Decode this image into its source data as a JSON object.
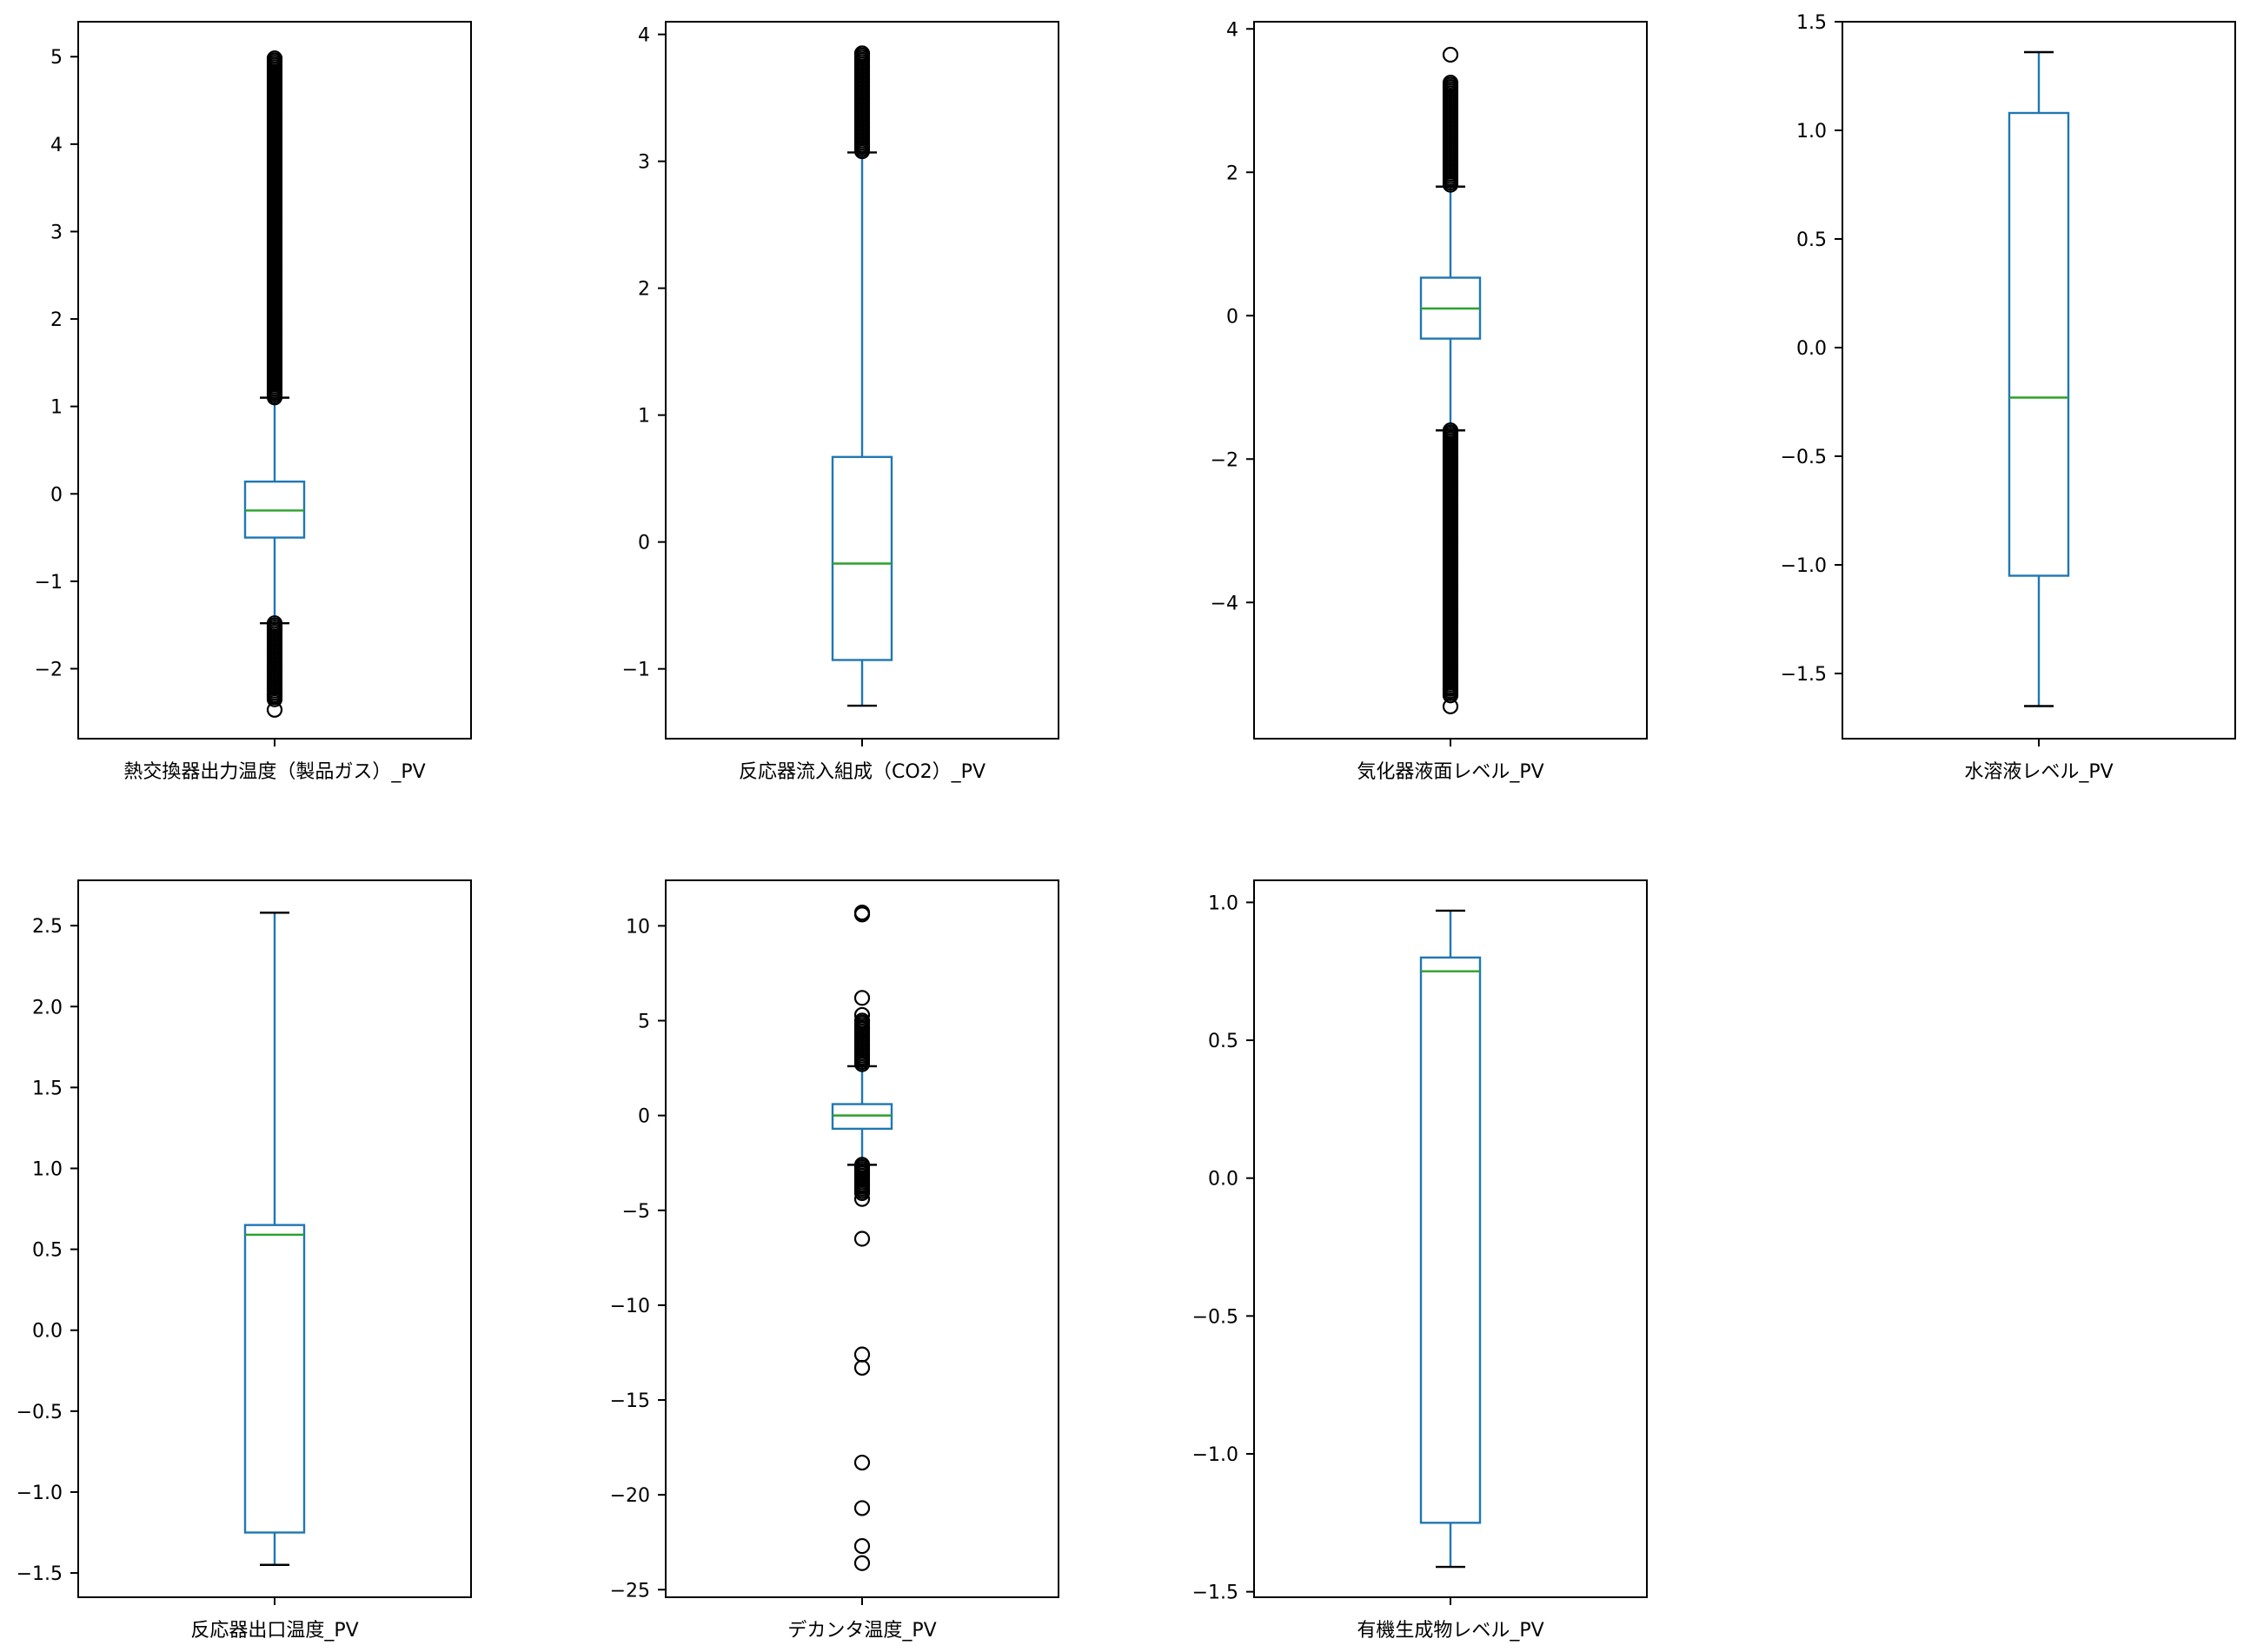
{
  "colors": {
    "box": "#1f77b4",
    "median": "#2ca02c",
    "flier": "#000000",
    "frame": "#000000"
  },
  "chart_data": [
    {
      "type": "box",
      "category": "熱交換器出力温度（製品ガス）_PV",
      "ylim": [
        -2.8,
        5.4
      ],
      "yticks": [
        -2,
        -1,
        0,
        1,
        2,
        3,
        4,
        5
      ],
      "box": {
        "whislo": -1.48,
        "q1": -0.5,
        "med": -0.19,
        "q3": 0.14,
        "whishi": 1.1
      },
      "fliers_dense": [
        [
          -2.35,
          -1.48
        ],
        [
          1.1,
          4.98
        ]
      ],
      "fliers": [
        -2.47,
        -2.3,
        -2.22,
        4.98
      ]
    },
    {
      "type": "box",
      "category": "反応器流入組成（CO2）_PV",
      "ylim": [
        -1.55,
        4.1
      ],
      "yticks": [
        -1,
        0,
        1,
        2,
        3,
        4
      ],
      "box": {
        "whislo": -1.29,
        "q1": -0.93,
        "med": -0.17,
        "q3": 0.67,
        "whishi": 3.07
      },
      "fliers_dense": [
        [
          3.07,
          3.85
        ]
      ],
      "fliers": [
        3.85
      ]
    },
    {
      "type": "box",
      "category": "気化器液面レベル_PV",
      "ylim": [
        -5.9,
        4.1
      ],
      "yticks": [
        -4,
        -2,
        0,
        2,
        4
      ],
      "box": {
        "whislo": -1.6,
        "q1": -0.32,
        "med": 0.1,
        "q3": 0.53,
        "whishi": 1.8
      },
      "fliers_dense": [
        [
          -5.3,
          -1.6
        ],
        [
          1.8,
          3.25
        ]
      ],
      "fliers": [
        3.64,
        -5.45,
        -5.2
      ]
    },
    {
      "type": "box",
      "category": "水溶液レベル_PV",
      "ylim": [
        -1.8,
        1.5
      ],
      "yticks": [
        -1.5,
        -1.0,
        -0.5,
        0.0,
        0.5,
        1.0,
        1.5
      ],
      "box": {
        "whislo": -1.65,
        "q1": -1.05,
        "med": -0.23,
        "q3": 1.08,
        "whishi": 1.36
      },
      "fliers_dense": [],
      "fliers": []
    },
    {
      "type": "box",
      "category": "反応器出口温度_PV",
      "ylim": [
        -1.65,
        2.78
      ],
      "yticks": [
        -1.5,
        -1.0,
        -0.5,
        0.0,
        0.5,
        1.0,
        1.5,
        2.0,
        2.5
      ],
      "box": {
        "whislo": -1.45,
        "q1": -1.25,
        "med": 0.59,
        "q3": 0.65,
        "whishi": 2.58
      },
      "fliers_dense": [],
      "fliers": []
    },
    {
      "type": "box",
      "category": "デカンタ温度_PV",
      "ylim": [
        -25.4,
        12.4
      ],
      "yticks": [
        -25,
        -20,
        -15,
        -10,
        -5,
        0,
        5,
        10
      ],
      "box": {
        "whislo": -2.6,
        "q1": -0.7,
        "med": 0.0,
        "q3": 0.6,
        "whishi": 2.6
      },
      "fliers_dense": [
        [
          2.6,
          5.0
        ],
        [
          -4.2,
          -2.6
        ]
      ],
      "fliers": [
        10.7,
        10.6,
        6.2,
        5.3,
        5.0,
        4.6,
        -4.4,
        -6.5,
        -12.6,
        -13.3,
        -18.3,
        -20.7,
        -22.7,
        -23.6
      ]
    },
    {
      "type": "box",
      "category": "有機生成物レベル_PV",
      "ylim": [
        -1.52,
        1.08
      ],
      "yticks": [
        -1.5,
        -1.0,
        -0.5,
        0.0,
        0.5,
        1.0
      ],
      "box": {
        "whislo": -1.41,
        "q1": -1.25,
        "med": 0.75,
        "q3": 0.8,
        "whishi": 0.97
      },
      "fliers_dense": [],
      "fliers": []
    }
  ]
}
